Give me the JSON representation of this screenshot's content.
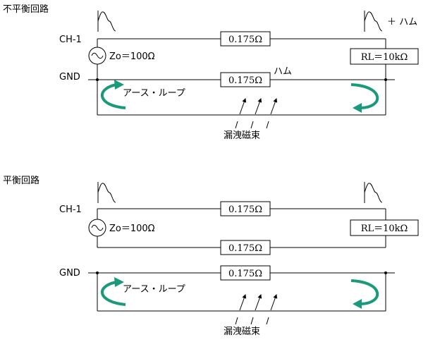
{
  "unbalanced": {
    "title": "不平衡回路",
    "ch_label": "CH-1",
    "gnd_label": "GND",
    "source_impedance": "Zo＝100Ω",
    "load": "RL＝10kΩ",
    "r_signal": "0.175Ω",
    "r_ground": "0.175Ω",
    "hum_plus": "＋ ハム",
    "hum": "ハム",
    "ground_loop": "アース・ループ",
    "leakage_flux": "漏洩磁束"
  },
  "balanced": {
    "title": "平衡回路",
    "ch_label": "CH-1",
    "gnd_label": "GND",
    "source_impedance": "Zo＝100Ω",
    "load": "RL＝10kΩ",
    "r_hot": "0.175Ω",
    "r_cold": "0.175Ω",
    "r_ground": "0.175Ω",
    "ground_loop": "アース・ループ",
    "leakage_flux": "漏洩磁束"
  },
  "colors": {
    "line": "#000000",
    "loop_arrow": "#1a9a7a",
    "background": "#ffffff"
  }
}
